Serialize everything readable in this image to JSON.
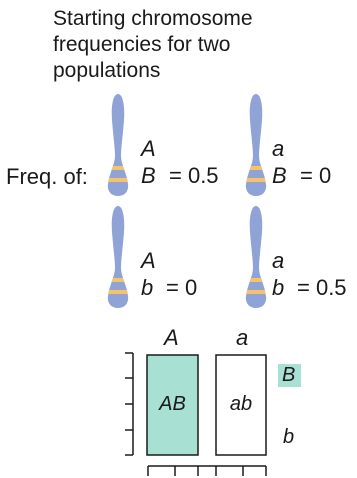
{
  "title_lines": [
    "Starting chromosome",
    "frequencies for two",
    "populations"
  ],
  "freq_prefix": "Freq. of:",
  "chromosomes": [
    {
      "allele1": "A",
      "allele2": "B",
      "freq": "= 0.5"
    },
    {
      "allele1": "a",
      "allele2": "B",
      "freq": "= 0"
    },
    {
      "allele1": "A",
      "allele2": "b",
      "freq": "= 0"
    },
    {
      "allele1": "a",
      "allele2": "b",
      "freq": "= 0.5"
    }
  ],
  "grid": {
    "col_headers": [
      "A",
      "a"
    ],
    "row_labels": [
      "B",
      "b"
    ],
    "cells": [
      "AB",
      "ab"
    ]
  },
  "colors": {
    "chromosome": "#8fa3d6",
    "band": "#f5c36a",
    "highlight": "#a8e0d4",
    "box_border": "#1a1a1a"
  }
}
